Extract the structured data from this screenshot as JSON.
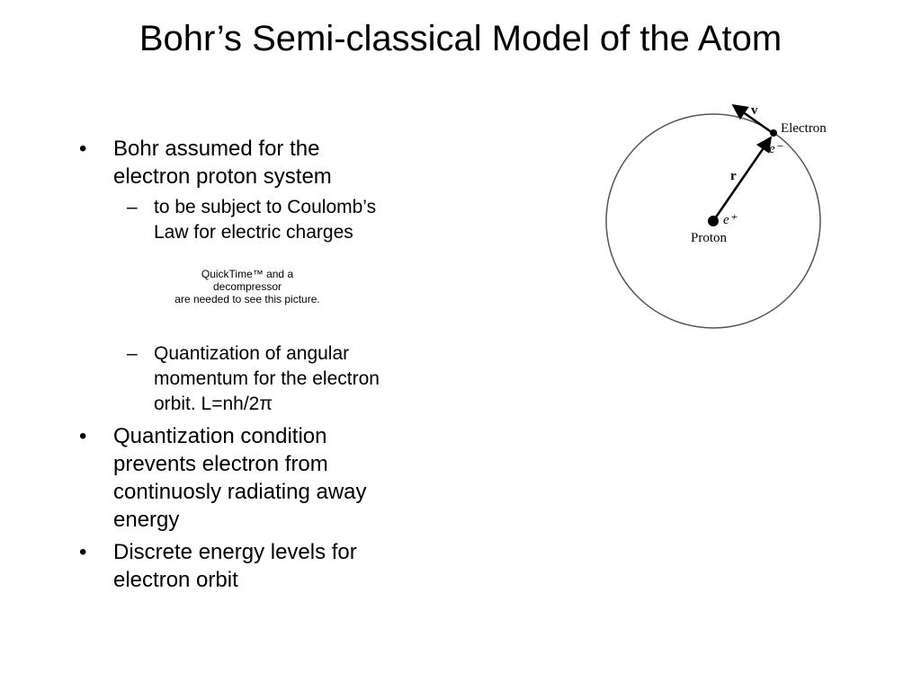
{
  "slide": {
    "title": "Bohr’s Semi-classical Model of the Atom"
  },
  "bullets": [
    {
      "lines": [
        "Bohr assumed for the",
        "electron proton system"
      ]
    },
    {
      "lines": [
        "Quantization condition",
        "prevents electron from",
        "continuosly radiating away",
        "energy"
      ]
    },
    {
      "lines": [
        "Discrete energy levels for",
        "electron orbit"
      ]
    }
  ],
  "sub_bullets": [
    {
      "lines": [
        "to be subject to Coulomb’s",
        "Law for electric charges"
      ]
    },
    {
      "lines": [
        "Quantization of angular",
        "momentum for the electron",
        "orbit. L=nh/2π"
      ]
    }
  ],
  "bullet_mark": "•",
  "sub_bullet_mark": "–",
  "placeholder": {
    "lines": [
      "QuickTime™ and a",
      "decompressor",
      "are needed to see this picture."
    ]
  },
  "diagram": {
    "velocity_label": "v",
    "electron_label": "Electron",
    "electron_charge_label": "e⁻",
    "radius_label": "r",
    "proton_charge_label": "e⁺",
    "proton_label": "Proton"
  }
}
